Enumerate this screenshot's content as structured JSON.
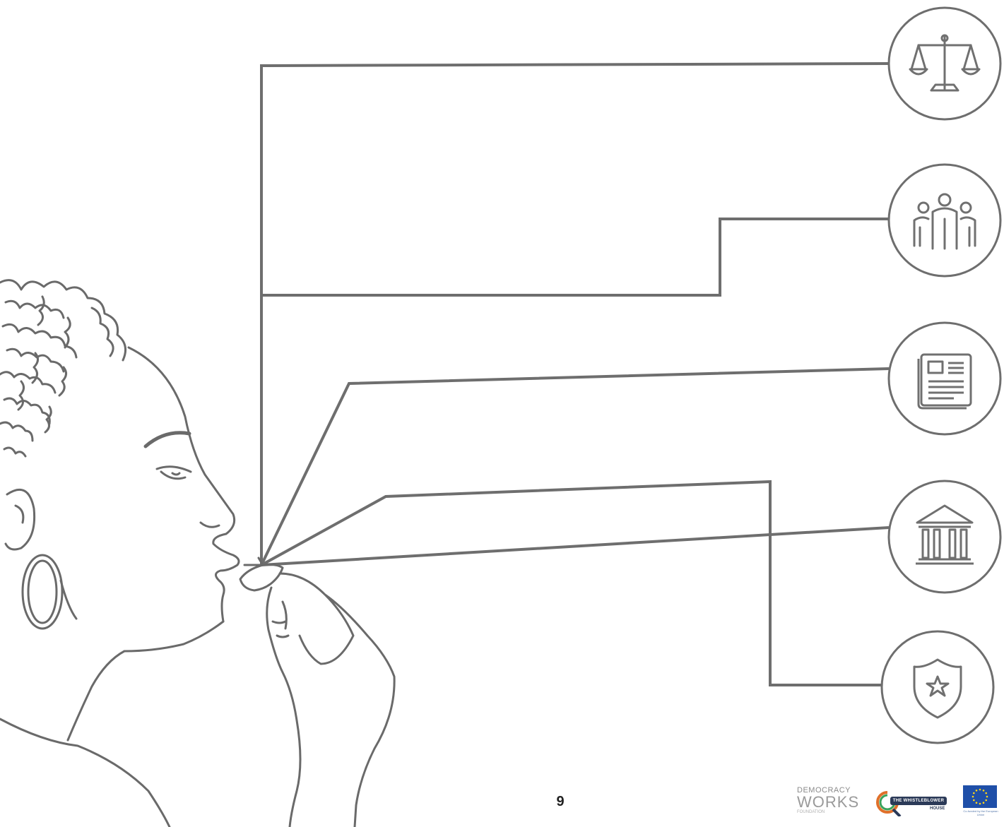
{
  "page": {
    "number": "9",
    "line_color": "#6e6e6e",
    "stroke_color": "#7a7a7a"
  },
  "channels": [
    {
      "id": "judiciary",
      "icon": "scales-of-justice-icon"
    },
    {
      "id": "group",
      "icon": "group-of-people-icon"
    },
    {
      "id": "media",
      "icon": "newspaper-icon"
    },
    {
      "id": "institution",
      "icon": "government-building-icon"
    },
    {
      "id": "police",
      "icon": "police-badge-icon"
    }
  ],
  "logos": {
    "democracy_works": {
      "line1": "DEMOCRACY",
      "line2": "WORKS",
      "line3": "FOUNDATION"
    },
    "whistleblower_house": {
      "line1": "THE WHISTLEBLOWER",
      "line2": "HOUSE",
      "accent": "#e0702a"
    },
    "eu": {
      "caption": "Co-funded by the European Union",
      "flag_color": "#1f4fa8",
      "star_color": "#ffd617"
    }
  }
}
